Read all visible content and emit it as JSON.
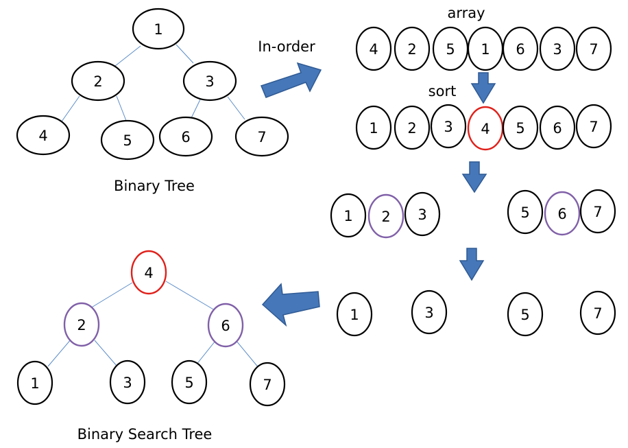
{
  "labels": {
    "binary_tree": "Binary Tree",
    "in_order": "In-order",
    "array": "array",
    "sort": "sort",
    "binary_search_tree": "Binary Search Tree"
  },
  "colors": {
    "node_stroke": "#000000",
    "root_highlight": "#e0201a",
    "subroot_highlight": "#8060a8",
    "edge": "#5b8cc8",
    "arrow_fill": "#4677b8"
  },
  "binary_tree": {
    "nodes": [
      "1",
      "2",
      "3",
      "4",
      "5",
      "6",
      "7"
    ],
    "edges": [
      [
        "1",
        "2"
      ],
      [
        "1",
        "3"
      ],
      [
        "2",
        "4"
      ],
      [
        "2",
        "5"
      ],
      [
        "3",
        "6"
      ],
      [
        "3",
        "7"
      ]
    ]
  },
  "array_row": [
    "4",
    "2",
    "5",
    "1",
    "6",
    "3",
    "7"
  ],
  "sorted_row": [
    "1",
    "2",
    "3",
    "4",
    "5",
    "6",
    "7"
  ],
  "sorted_middle": "4",
  "split_left": [
    "1",
    "2",
    "3"
  ],
  "split_left_middle": "2",
  "split_right": [
    "5",
    "6",
    "7"
  ],
  "split_right_middle": "6",
  "leaves": [
    "1",
    "3",
    "5",
    "7"
  ],
  "bst": {
    "nodes": [
      "4",
      "2",
      "6",
      "1",
      "3",
      "5",
      "7"
    ],
    "edges": [
      [
        "4",
        "2"
      ],
      [
        "4",
        "6"
      ],
      [
        "2",
        "1"
      ],
      [
        "2",
        "3"
      ],
      [
        "6",
        "5"
      ],
      [
        "6",
        "7"
      ]
    ]
  }
}
